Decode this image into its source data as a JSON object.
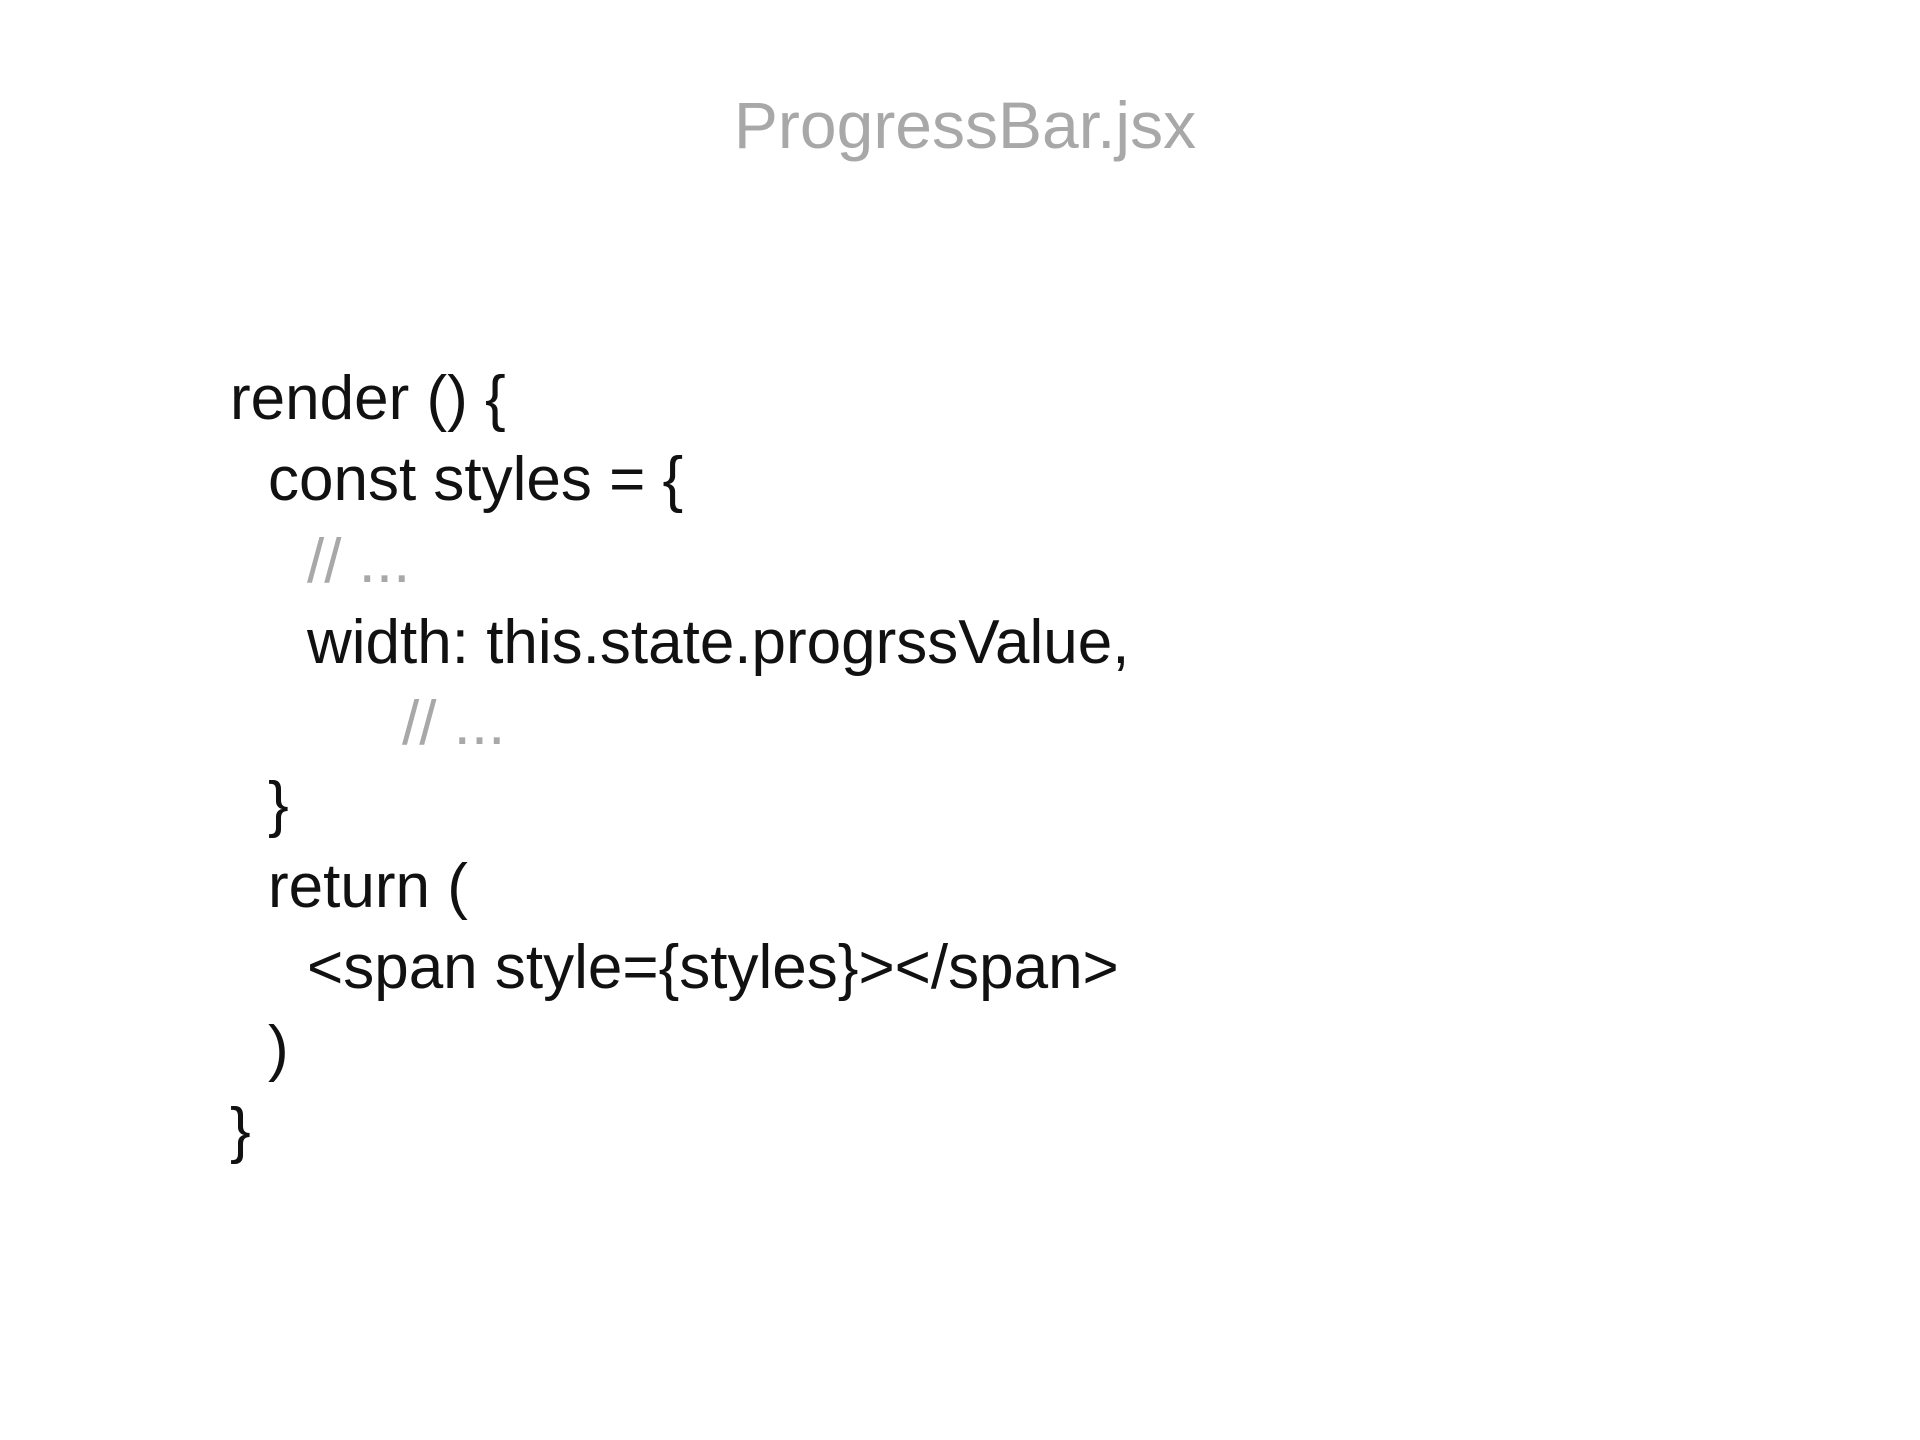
{
  "slide": {
    "title": "ProgressBar.jsx",
    "code_lines": [
      "render () {",
      "const styles = {",
      "// ...",
      "width: this.state.progrssValue,",
      "// ...",
      "}",
      "return (",
      "<span style={styles}></span>",
      ")",
      "}"
    ]
  },
  "colors": {
    "title": "#a8a8a8",
    "code": "#111111",
    "comment": "#a8a8a8",
    "background": "#ffffff"
  }
}
